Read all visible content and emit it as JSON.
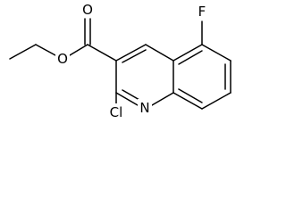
{
  "molecule": {
    "atoms": {
      "oxygen_carbonyl": "O",
      "oxygen_ester": "O",
      "fluorine": "F",
      "chlorine": "Cl",
      "nitrogen": "N"
    }
  }
}
